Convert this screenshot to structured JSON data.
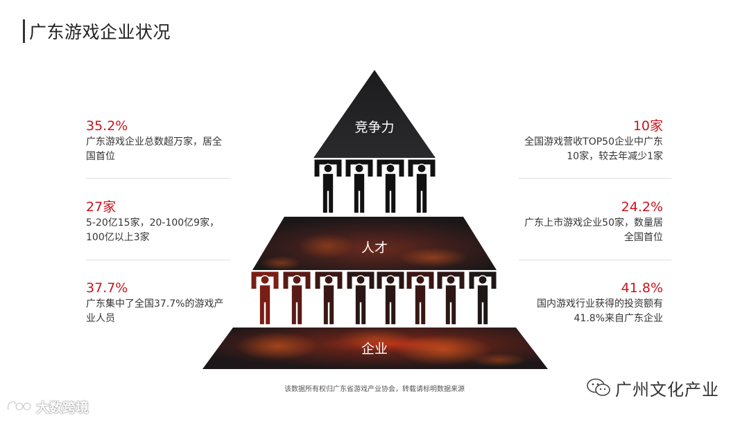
{
  "title": "广东游戏企业状况",
  "left_stats": [
    {
      "value": "35.2%",
      "desc_lines": [
        "广东游戏企业总数超万家，居全",
        "国首位"
      ]
    },
    {
      "value": "27家",
      "desc_lines": [
        "5-20亿15家，20-100亿9家，",
        "100亿以上3家"
      ]
    },
    {
      "value": "37.7%",
      "desc_lines": [
        "广东集中了全国37.7%的游戏产",
        "业人员"
      ]
    }
  ],
  "right_stats": [
    {
      "value": "10家",
      "desc_lines": [
        "全国游戏营收TOP50企业中广东",
        "10家，较去年减少1家"
      ]
    },
    {
      "value": "24.2%",
      "desc_lines": [
        "广东上市游戏企业50家，数量居",
        "全国首位"
      ]
    },
    {
      "value": "41.8%",
      "desc_lines": [
        "国内游戏行业获得的投资额有",
        "41.8%来自广东企业"
      ]
    }
  ],
  "pyramid": {
    "tiers": [
      "竞争力",
      "人才",
      "企业"
    ],
    "top_people_count": 4,
    "middle_people_count": 8
  },
  "colors": {
    "accent": "#c9131c",
    "tier_dark": "#1b1b1d",
    "fire": "#b8321a"
  },
  "footnote": "该数据所有权归广东省游戏产业协会，转载请标明数据来源",
  "brand": {
    "icon": "wechat-icon",
    "name": "广州文化产业"
  },
  "watermark": {
    "icon": "logo-icon",
    "text": "大数跨境"
  }
}
